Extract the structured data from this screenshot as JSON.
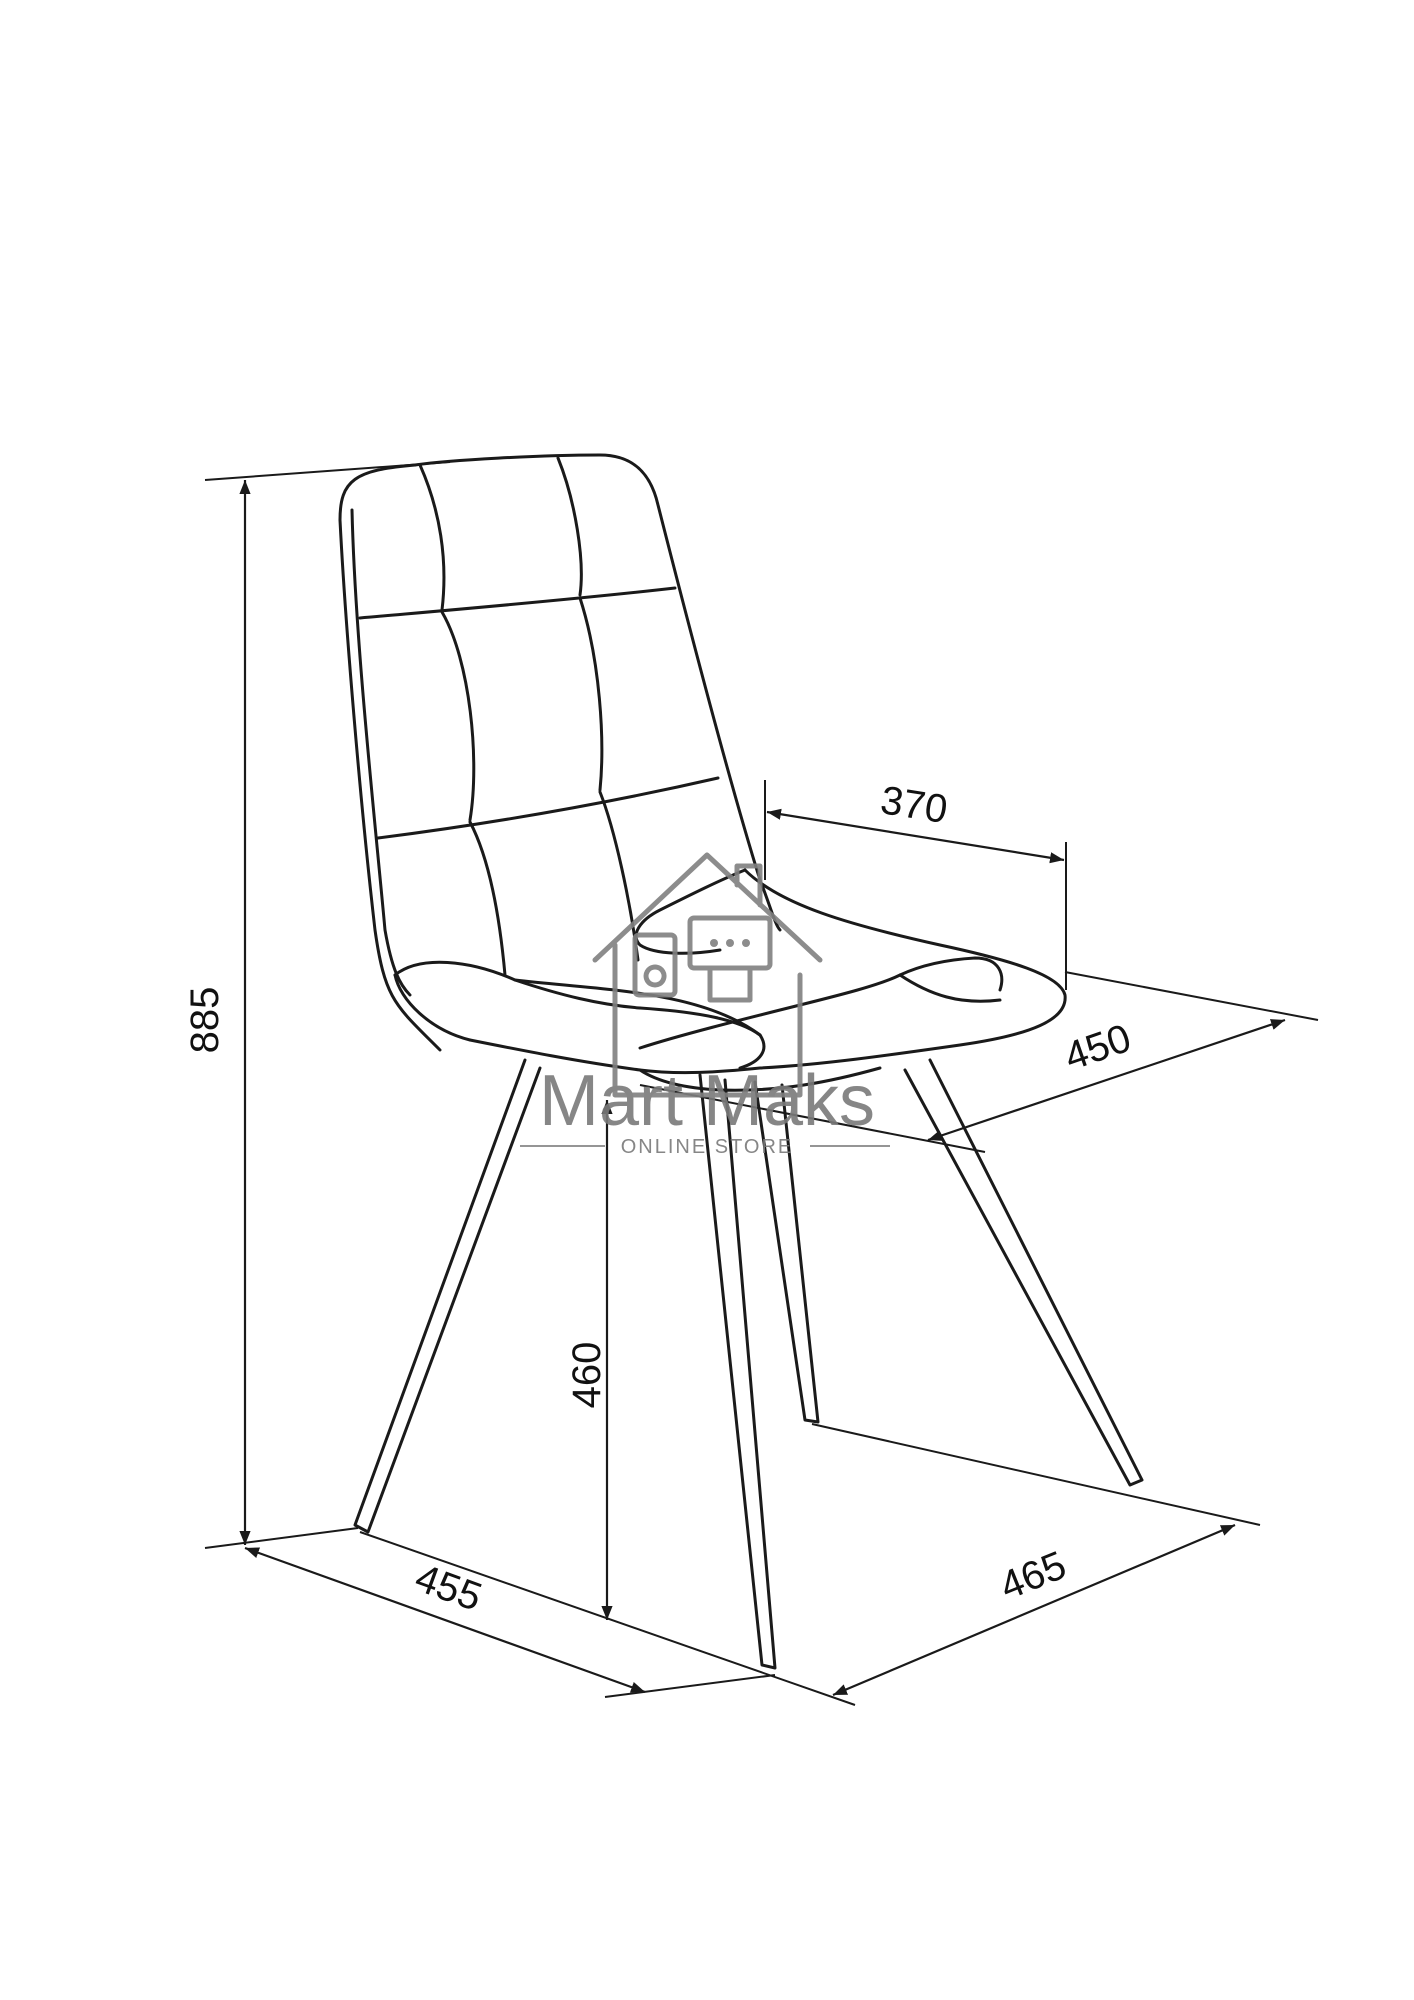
{
  "dimensions": {
    "height_total": "885",
    "seat_height": "460",
    "seat_depth": "370",
    "seat_width": "450",
    "base_width": "455",
    "base_depth": "465"
  },
  "watermark": {
    "brand": "Mart Maks",
    "tagline": "ONLINE STORE"
  },
  "colors": {
    "line": "#1a1a1a",
    "watermark": "#7a7a7a",
    "background": "#ffffff"
  }
}
